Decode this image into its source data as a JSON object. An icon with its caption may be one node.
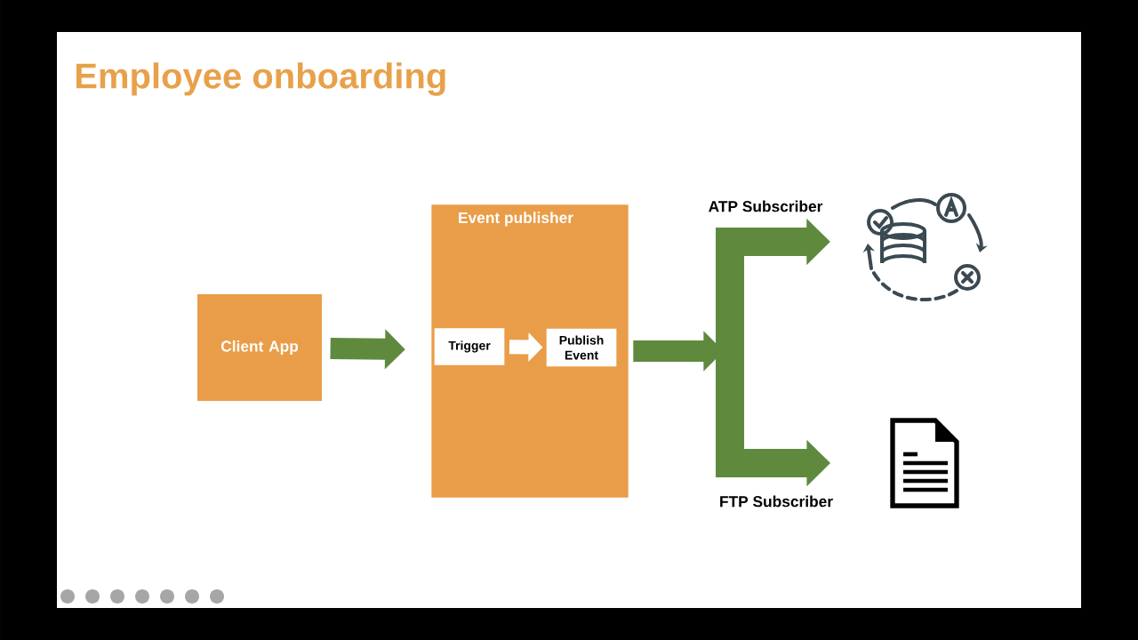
{
  "diagram": {
    "title": "Employee onboarding",
    "nodes": [
      {
        "text": [
          "Client App"
        ]
      },
      {
        "text": [
          "Event publisher"
        ]
      },
      {
        "text": [
          "Trigger"
        ],
        "in": 1
      },
      {
        "text": [
          "Publish Event"
        ],
        "in": 1
      },
      {
        "text": [],
        "shape": "picture",
        "beside": [
          "ATP Subscriber"
        ]
      },
      {
        "text": [],
        "shape": "picture",
        "beside": [
          "FTP Subscriber"
        ]
      }
    ],
    "edges": [
      {
        "from": 0,
        "to": 1,
        "arrow": "to"
      },
      {
        "from": 2,
        "to": 3,
        "arrow": "to",
        "color": "#ffffff"
      },
      {
        "from": 1,
        "to": 4,
        "arrow": "to"
      },
      {
        "from": 1,
        "to": 5,
        "arrow": "to"
      }
    ]
  }
}
